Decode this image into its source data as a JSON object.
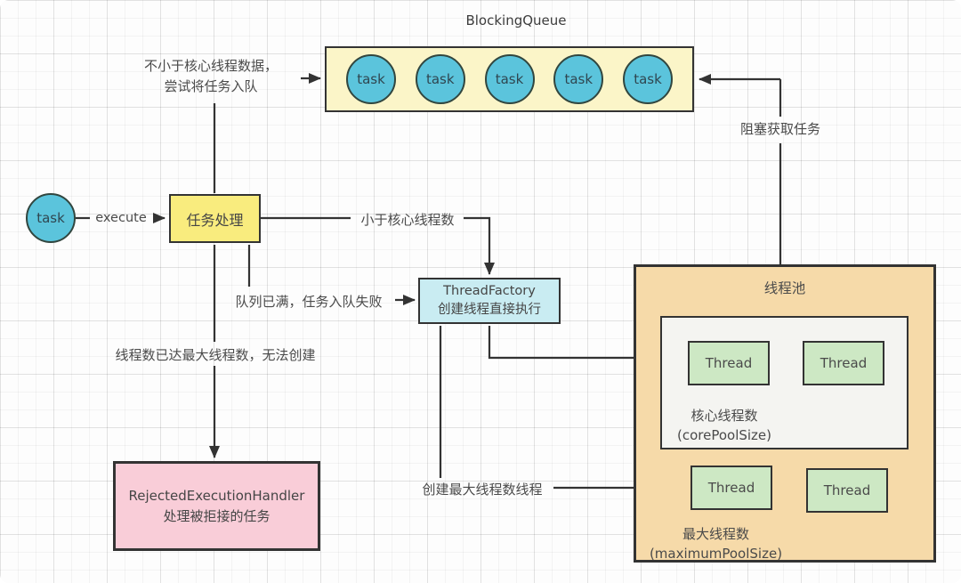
{
  "queue": {
    "title": "BlockingQueue",
    "tasks": [
      "task",
      "task",
      "task",
      "task",
      "task"
    ]
  },
  "source_task": "task",
  "handler_label": "任务处理",
  "factory": {
    "line1": "ThreadFactory",
    "line2": "创建线程直接执行"
  },
  "rejected": {
    "line1": "RejectedExecutionHandler",
    "line2": "处理被拒接的任务"
  },
  "pool": {
    "title": "线程池",
    "core_threads": [
      "Thread",
      "Thread"
    ],
    "max_threads": [
      "Thread",
      "Thread"
    ],
    "core_label": {
      "line1": "核心线程数",
      "line2": "(corePoolSize)"
    },
    "max_label": {
      "line1": "最大线程数",
      "line2": "(maximumPoolSize)"
    }
  },
  "edges": {
    "execute": "execute",
    "enqueue_line1": "不小于核心线程数据，",
    "enqueue_line2": "尝试将任务入队",
    "less_than_core": "小于核心线程数",
    "queue_full": "队列已满，任务入队失败",
    "max_reached": "线程数已达最大线程数，无法创建",
    "create_max": "创建最大线程数线程",
    "blocking_take": "阻塞获取任务"
  },
  "colors": {
    "line": "#333333",
    "queue_fill": "#FBF5C8",
    "task_fill": "#5BC4DC",
    "handler_fill": "#F9EC7E",
    "factory_fill": "#C9ECF2",
    "rejected_fill": "#F9CDD8",
    "pool_fill": "#F6DAA9",
    "core_area_fill": "#F4F4F1",
    "thread_fill": "#CDE8C4"
  }
}
